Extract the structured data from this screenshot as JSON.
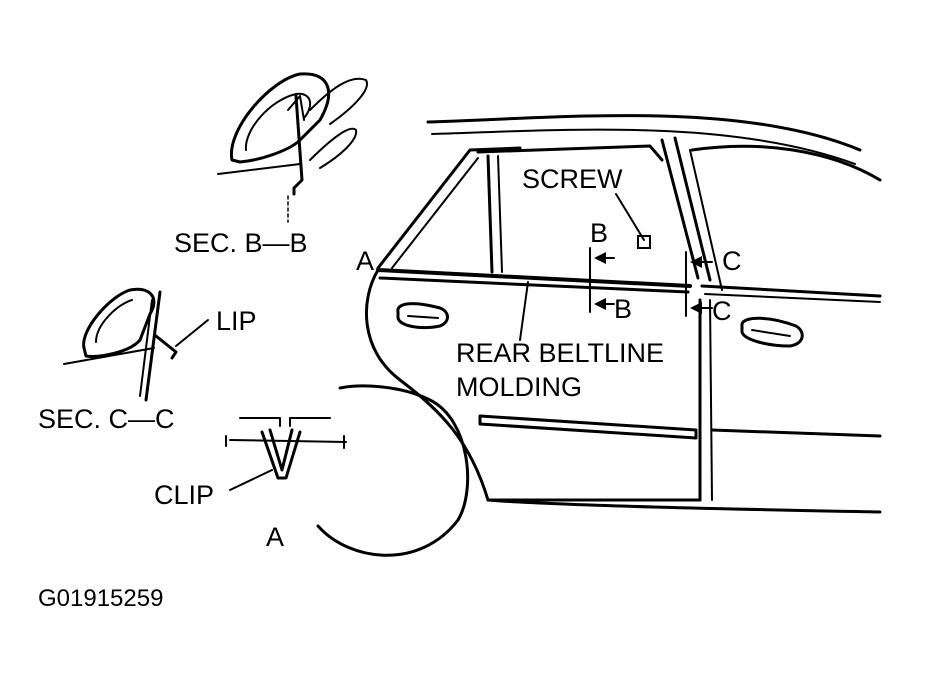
{
  "labels": {
    "sec_b": "SEC. B—B",
    "sec_c": "SEC. C—C",
    "lip": "LIP",
    "clip": "CLIP",
    "detail_a": "A",
    "screw": "SCREW",
    "point_a": "A",
    "b_top": "B",
    "b_bottom": "B",
    "c_top": "C",
    "c_bottom": "C",
    "molding_line1": "REAR BELTLINE",
    "molding_line2": "MOLDING",
    "figure_code": "G01915259"
  },
  "colors": {
    "ink": "#000000",
    "paper": "#ffffff"
  }
}
